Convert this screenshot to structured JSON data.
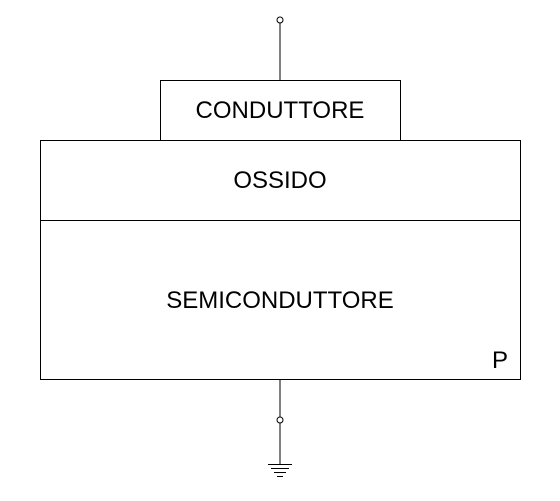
{
  "layers": {
    "conductor": "CONDUTTORE",
    "oxide": "OSSIDO",
    "semiconductor": "SEMICONDUTTORE",
    "doping": "P"
  }
}
